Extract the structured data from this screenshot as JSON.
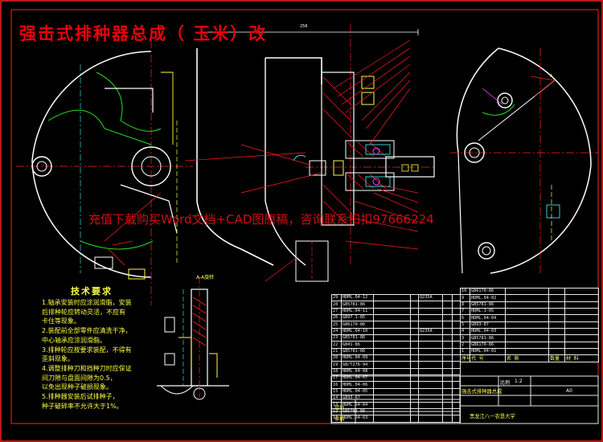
{
  "title": "强击式排种器总成（  玉米）改",
  "watermark": "充值下载购买Word文档+CAD图原稿，咨询联系扣扣97666224",
  "tech_requirements": {
    "heading": "技术要求",
    "items": [
      "1.轴承安装时应涂润滑脂，安装",
      "后排种轮应转动灵活，不应有",
      "卡住等现象。",
      "2.装配前全部零件应清洗干净，",
      "中心轴承应涂润滑脂。",
      "3.排种轮应按要求装配，不得有",
      "歪斜现象。",
      "4.调整排种刀和挡种刀时应保证",
      "间刀隙与盘面间隙为0.5，",
      "以免出现种子破损现象。",
      "5.排种器安装后试排种子，",
      "种子破碎率不允许大于1%。"
    ]
  },
  "section_label": "A-A旋转",
  "dimension_label": "256",
  "view_label": "A",
  "bom_left": {
    "rows": [
      [
        "29",
        "HDML.04-12",
        "",
        "",
        "Q235A",
        "",
        ""
      ],
      [
        "28",
        "GB5781-86",
        "",
        "",
        "",
        "",
        ""
      ],
      [
        "27",
        "HDML.04-11",
        "",
        "",
        "",
        "",
        ""
      ],
      [
        "26",
        "GB97.1-85",
        "",
        "",
        "",
        "",
        ""
      ],
      [
        "25",
        "GB6170-86",
        "",
        "",
        "",
        "",
        ""
      ],
      [
        "24",
        "HDML.04-10",
        "",
        "",
        "Q235A",
        "",
        ""
      ],
      [
        "23",
        "GB5781-86",
        "",
        "",
        "",
        "",
        ""
      ],
      [
        "22",
        "GB41-86",
        "",
        "",
        "",
        "",
        ""
      ],
      [
        "21",
        "GB5781-86",
        "",
        "",
        "",
        "",
        ""
      ],
      [
        "20",
        "HDML.04-09",
        "",
        "",
        "",
        "",
        ""
      ],
      [
        "19",
        "GB/T276-94",
        "",
        "",
        "",
        "",
        ""
      ],
      [
        "18",
        "HDML.04-08",
        "",
        "",
        "",
        "",
        ""
      ],
      [
        "17",
        "HDML.04-07",
        "",
        "",
        "",
        "",
        ""
      ],
      [
        "16",
        "HDML.04-06",
        "",
        "",
        "",
        "",
        ""
      ],
      [
        "15",
        "HDML.04-05",
        "",
        "",
        "",
        "",
        ""
      ],
      [
        "14",
        "GB93-87",
        "",
        "",
        "",
        "",
        ""
      ],
      [
        "13",
        "HDML.04-04",
        "",
        "",
        "",
        "",
        ""
      ],
      [
        "12",
        "GB5781-86",
        "",
        "",
        "",
        "",
        ""
      ],
      [
        "11",
        "HDML.04-03",
        "",
        "",
        "",
        "",
        ""
      ]
    ]
  },
  "bom_right": {
    "rows": [
      [
        "10",
        "GB6170-86",
        "",
        "",
        ""
      ],
      [
        "9",
        "HDML.04-02",
        "",
        "",
        ""
      ],
      [
        "8",
        "GB5781-86",
        "",
        "",
        ""
      ],
      [
        "7",
        "HDML.1-05",
        "",
        "",
        ""
      ],
      [
        "6",
        "HDML.04-04",
        "",
        "",
        ""
      ],
      [
        "5",
        "GB93-87",
        "",
        "",
        ""
      ],
      [
        "4",
        "HDML.04-03",
        "",
        "",
        ""
      ],
      [
        "3",
        "GB5781-86",
        "",
        "",
        ""
      ],
      [
        "2",
        "GB6170-86",
        "",
        "",
        ""
      ],
      [
        "1",
        "HDML.04-01",
        "",
        "",
        ""
      ]
    ],
    "header": [
      "序号",
      "代    号",
      "名    称",
      "数量",
      "材  料"
    ]
  },
  "title_block": {
    "drawing_name": "强击式排种器总成",
    "scale_label": "比例",
    "scale_value": "1:2",
    "sheet_label": "A0",
    "designer_label": "设计",
    "checker_label": "审核",
    "school": "黑龙江八一农垦大学"
  },
  "colors": {
    "background": "#000000",
    "outline": "#ffffff",
    "red": "#ff2020",
    "green": "#22dd22",
    "yellow": "#ffff44",
    "cyan": "#44ffff",
    "magenta": "#ff44ff"
  }
}
